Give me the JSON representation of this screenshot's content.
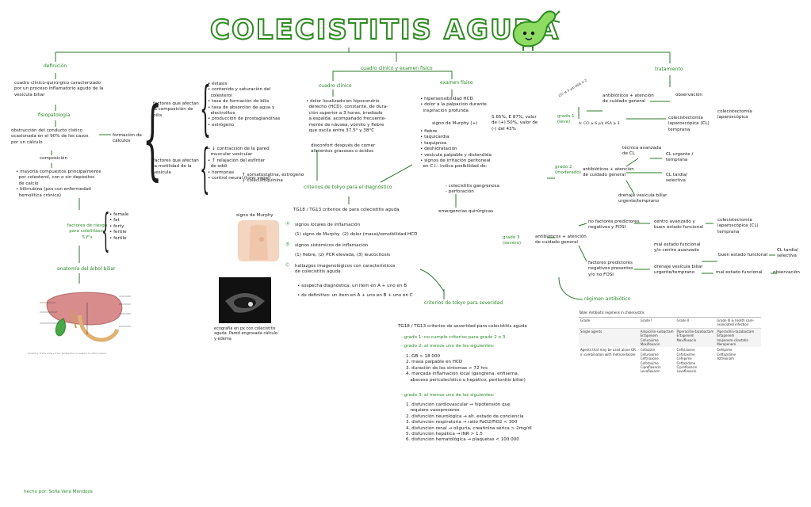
{
  "title": "COLECISTITIS AGUDA",
  "definicion": {
    "heading": "definición",
    "text": "cuadro clínico-quirúrgico caracterizado\npor un proceso inflamatorio agudo de la\nvesícula biliar"
  },
  "fisiopatologia": {
    "heading": "fisiopatología",
    "obstruccion": "obstrucción del conducto cístico\nocasionada en el 90% de los casos\npor un cálculo",
    "formacion": "formación de\ncálculos",
    "composicion": "composición",
    "comp_items": "• mayoría compuestos principalmente\n  por colesterol, con o sin depósitos\n  de calcio\n• bilirrubina (pxs con enfermedad\n  hemolítica crónica)",
    "factores_comp": "factores que afectan\nla composición de\nbilis",
    "factores_comp_items": "• éstasis\n• contenido y saturación del\n  colesterol\n• tasa de formación de bilis\n• tasa de absorción de agua y\n  electrolitos\n• producción de prostaglandinas\n• estrógeno",
    "factores_mot": "factores que afectan\nla motilidad de la\nvesícula",
    "factores_mot_items": "• ↓ contracción de la pared\n  muscular vesicular\n• ↑ relajación del esfínter\n  de oddi\n• hormonas\n• control neural (tono vagal)",
    "hormonas_items": "↑ somatostatina, estrógeno\n↓ colecistoquinina",
    "riesgo_heading": "factores de riesgo\npara colelitiasis:\n5 F's",
    "riesgo_items": "• female\n• fat\n• forty\n• fertile\n• fertile",
    "anatomia_heading": "anatomía del árbol biliar",
    "anatomia_caption": "Anatomy of the biliary tree, gallbladder in relation to other organs"
  },
  "cuadro": {
    "heading": "cuadro clínico y examen físico",
    "clinico_heading": "cuadro clínico",
    "clinico_text": "• dolor localizado en hipocondrio\n  derecho (HCD), constante, de dura-\n  ción superior a 3 horas, irradiado\n  a espalda, acompañado frecuente-\n  mente de náusea, vómito y fiebre\n  que oscila entre 37.5° y 38°C",
    "disconfort": "disconfort después de comer\nalimentos grasosos o ácidos",
    "examen_heading": "examen físico",
    "examen_text": "• hipersensibilidad HCD\n• dolor a la palpación durante\n  inspiración profunda",
    "murphy": "signo de Murphy (+)",
    "murphy_stats": "S 65%, E 87%, valor\nde (+) 50%, valor de\n(-) del 43%",
    "examen_text2": "• fiebre\n• taquicardia\n• taquipnea\n• deshidratación\n• vesícula palpable y distendida\n• signos de irritación peritoneal\n  en C.I.: indica posibilidad de:",
    "complicaciones": "- colecistitis gangrenosa\n- perforación",
    "urgencias": "emergencias quirúrgicas",
    "murphy_label": "signo de Murphy",
    "criterios_heading": "criterios de tokyo para el diagnóstico",
    "tg_diag": "TG18 / TG13 criterios de para colecistitis aguda",
    "a_heading": "signos locales de inflamación",
    "a_items": "(1) signo de Murphy  (2) dolor (masa)/sensibilidad HCD",
    "b_heading": "signos sistémicos de inflamación",
    "b_items": "(1) fiebre, (2) PCR elevada, (3) leucocitosis",
    "c_heading": "hallazgos imagenológicos con característicos\nde colecistitis aguda",
    "sospecha": "• sospecha diagnóstica: un item en A + uno en B",
    "definitivo": "• dx definitivo: un item en A + uno en B + uno en C",
    "eco_label": "ecografía en px con colecistitis\naguda. Pared engrosada cálculo\ny edema",
    "severidad_heading": "criterios de tokyo para severidad",
    "tg_sev": "TG18 / TG13 criterios de severidad para colecistitis aguda",
    "grado1": "- grado 1: no cumple criterios para grado 2 o 3",
    "grado2": "- grado 2: al menos uno de los siguientes:",
    "grado2_items": "1. GB > 18 000\n2. masa palpable en HCD\n3. duración de los síntomas > 72 hrs\n4. marcada inflamación local (gangrena, enfisema,\n   absceso pericolecístico o hepático, peritonitis biliar)",
    "grado3": "- grado 3: al menos uno de los siguientes:",
    "grado3_items": "1. disfunción cardiovascular → hipotensión que\n   requiere vasopresores\n2. disfunción neurológica → alt. estado de conciencia\n3. disfunción respiratoria → ratio PaO2/FiO2 < 300\n4. disfunción renal → oliguria, creatinina sérica > 2mg/dl\n5. disfunción hepática → INR > 1.5\n6. disfunción hematológica → plaquetas < 100 000"
  },
  "tratamiento": {
    "heading": "tratamiento",
    "g1_label": "grado 1\n(leve)",
    "g1_side": "CCI ≤ 5 y/o ASA ≤ 2",
    "g1_sub": "A: CCI ≥ 6 y/o ASA ≥ 3",
    "g1_anti": "antibióticos + atención\nde cuidado general",
    "observacion": "observación",
    "lap1": "colecistectomía\nlaparoscópica (CL)\ntemprana",
    "lap1b": "colecistectomía\nlaparoscópica",
    "g2_label": "grado 2\n(moderado)",
    "g2_anti": "antibióticos + atención\nde cuidado general",
    "tecnica": "técnica avanzada\nde CL",
    "cl_urgente": "CL urgente /\ntemprana",
    "cl_diferida": "CL tardía/\nselectiva",
    "drenaje_g2": "drenaje vesícula biliar\nurgente/temprano",
    "g3_label": "grado 3\n(severo)",
    "g3_anti": "antibióticos + atención\nde cuidado general",
    "no_factores": "no factores predictores\nnegativos y FOSI",
    "centro": "centro avanzado y\nbuen estado funcional",
    "cl_temprana": "colecistectomía\nlaparoscópica (CL)\ntemprana",
    "mal_estado": "mal estado funcional\ny/o centro avanzado",
    "factores_pred": "factores predictores\nnegativos presentes\ny/o no FOSI",
    "drenaje_g3": "drenaje vesícula biliar\nurgente/temprano",
    "buen_estado": "buen estado funcional",
    "cl_tardia": "CL tardía/\nselectiva",
    "mal_estado2": "mal estado funcional",
    "observacion2": "observación",
    "regimen": "régimen antibiótico",
    "table_caption": "Table: Antibiotic regimens in cholecystitis",
    "table_header": [
      "Grade",
      "Grade I",
      "Grade II",
      "Grade III & health care-associated infection"
    ],
    "table_row1_label": "Single agents",
    "table_row1_g1": "Ampicillin-sulbactam\nErtapenem\nCefuroxime\nMoxifloxacin",
    "table_row1_g2": "Piperacillin-tazobactam\nErtapenem\nMoxifloxacin",
    "table_row1_g3": "Piperacillin-tazobactam\nErtapenem\nImipenem-cilastatin\nMeropenem",
    "table_row2_label": "Agents that may be used alone OR in combination with metronidazole",
    "table_row2_g1": "Cefazolin\nCefuroxime\nCeftriaxone\nCefotaxime\nCiprofloxacin\nLevofloxacin",
    "table_row2_g2": "Ceftriaxone\nCefotaxime\nCefepime\nCeftazidime\nCiprofloxacin\nLevofloxacin",
    "table_row2_g3": "Cefepime\nCeftazidime\nAztreonam"
  },
  "author": "hecho por: Sofía Vera Mendoza"
}
